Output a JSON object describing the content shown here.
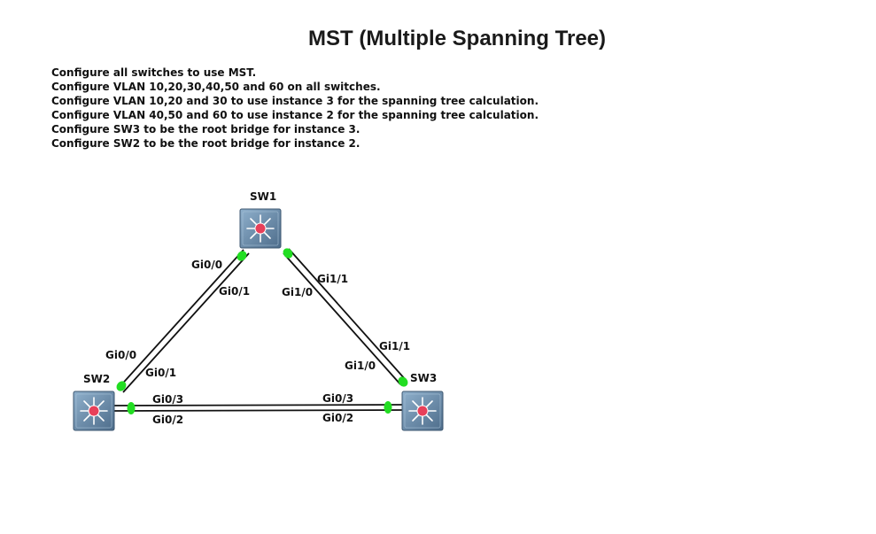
{
  "title": "MST (Multiple Spanning Tree)",
  "instructions": [
    "Configure all switches to use MST.",
    "Configure VLAN 10,20,30,40,50 and 60 on all switches.",
    "Configure VLAN 10,20 and 30 to use instance 3 for the spanning tree calculation.",
    "Configure VLAN 40,50 and 60 to use instance 2 for the spanning tree calculation.",
    "Configure SW3 to be the root bridge for instance 3.",
    "Configure SW2 to be the root bridge for instance 2."
  ],
  "colors": {
    "link": "#111111",
    "port_up": "#22dd22",
    "switch_body": "#6b8aa8",
    "switch_center": "#e8405a"
  },
  "icons": {
    "switch": "multilayer-switch-icon"
  },
  "switches": [
    {
      "name": "SW1"
    },
    {
      "name": "SW2"
    },
    {
      "name": "SW3"
    }
  ],
  "links": [
    {
      "a": "SW1",
      "b": "SW2",
      "a_ports": [
        "Gi0/0",
        "Gi0/1"
      ],
      "b_ports": [
        "Gi0/0",
        "Gi0/1"
      ]
    },
    {
      "a": "SW1",
      "b": "SW3",
      "a_ports": [
        "Gi1/1",
        "Gi1/0"
      ],
      "b_ports": [
        "Gi1/1",
        "Gi1/0"
      ]
    },
    {
      "a": "SW2",
      "b": "SW3",
      "a_ports": [
        "Gi0/3",
        "Gi0/2"
      ],
      "b_ports": [
        "Gi0/3",
        "Gi0/2"
      ]
    }
  ]
}
